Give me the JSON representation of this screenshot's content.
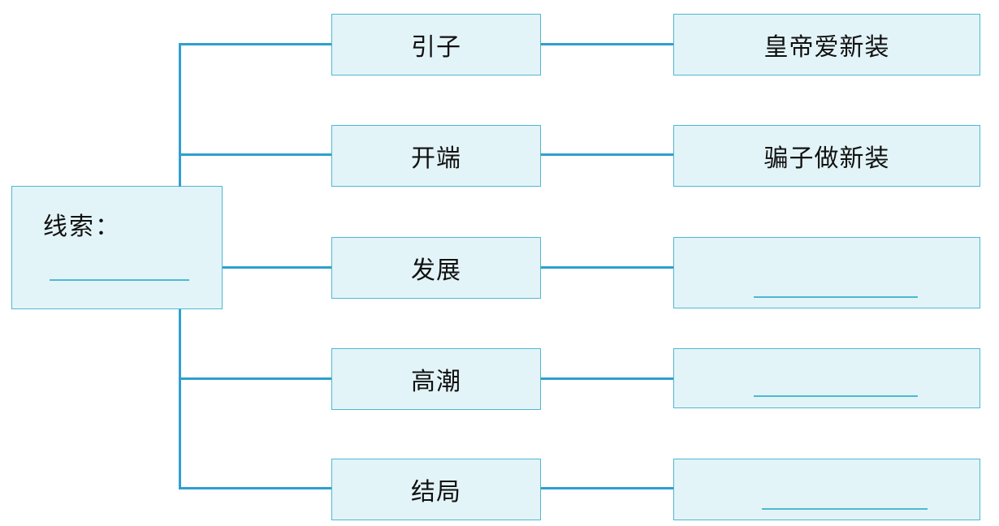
{
  "clue": {
    "title": "线索："
  },
  "stages": [
    {
      "name": "引子",
      "content": "皇帝爱新装"
    },
    {
      "name": "开端",
      "content": "骗子做新装"
    },
    {
      "name": "发展",
      "content": ""
    },
    {
      "name": "高潮",
      "content": ""
    },
    {
      "name": "结局",
      "content": ""
    }
  ],
  "colors": {
    "box_fill": "#e3f4f8",
    "box_border": "#4eb8d4",
    "connector": "#2f9fcf"
  }
}
